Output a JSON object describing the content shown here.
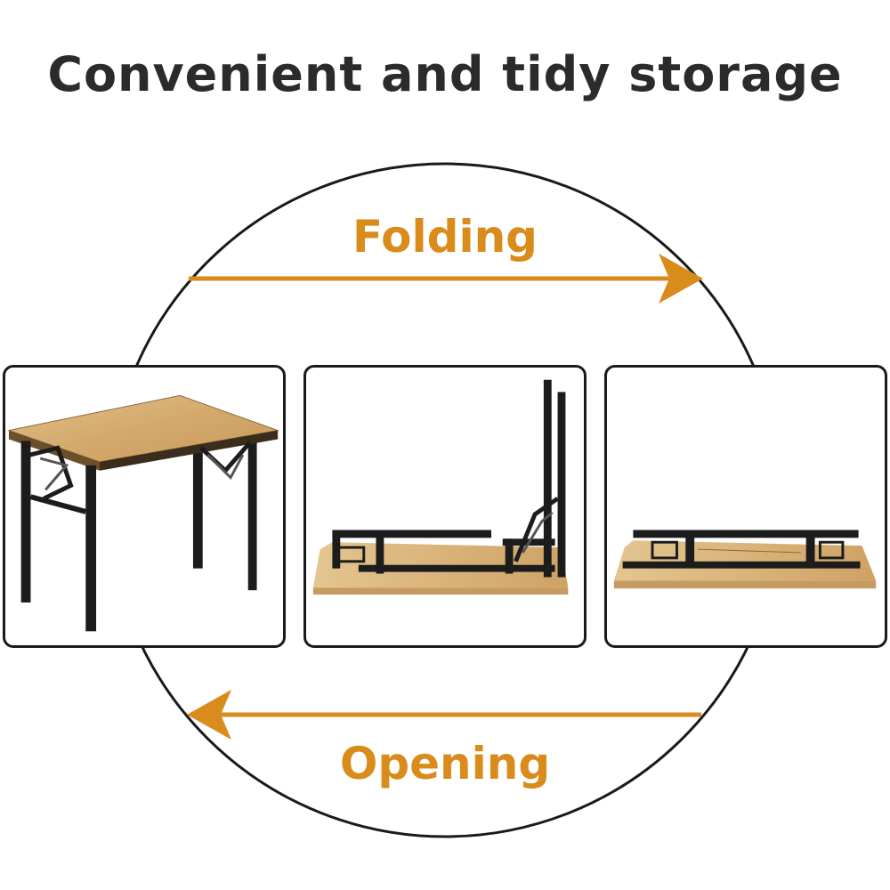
{
  "title": "Convenient and tidy storage",
  "folding_label": "Folding",
  "opening_label": "Opening",
  "colors": {
    "accent": "#d98b1c",
    "title_text": "#2b2b2b",
    "outline": "#1a1a1a",
    "wood": "#d8b27a",
    "steel": "#1c1c1c"
  },
  "icons": {
    "fold_arrow": "arrow-right-icon",
    "open_arrow": "arrow-left-icon"
  },
  "panels": [
    {
      "name": "table-open-image"
    },
    {
      "name": "table-folding-image"
    },
    {
      "name": "table-folded-image"
    }
  ]
}
